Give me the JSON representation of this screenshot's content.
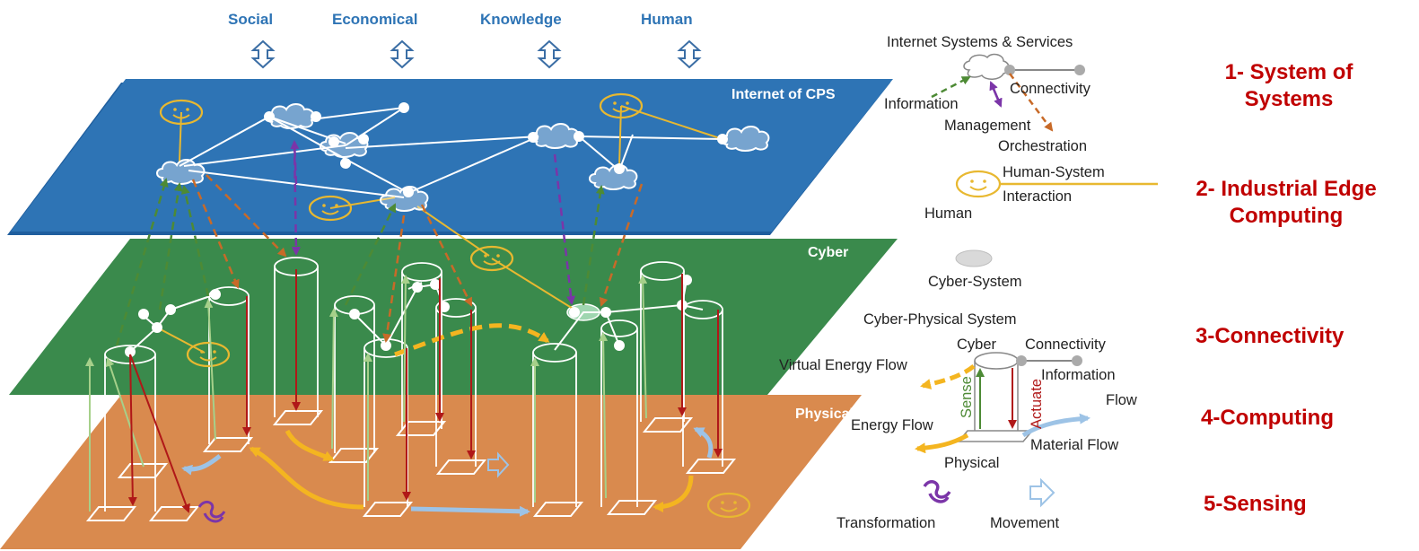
{
  "top_labels": [
    "Social",
    "Economical",
    "Knowledge",
    "Human"
  ],
  "planes": {
    "internet": "Internet of CPS",
    "cyber": "Cyber",
    "physical": "Physical"
  },
  "legend": {
    "iss": "Internet Systems & Services",
    "connectivity": "Connectivity",
    "information": "Information",
    "management": "Management",
    "orchestration": "Orchestration",
    "hsi_1": "Human-System",
    "hsi_2": "Interaction",
    "human": "Human",
    "cyber_system": "Cyber-System",
    "cps": "Cyber-Physical System",
    "cyber": "Cyber",
    "connectivity2": "Connectivity",
    "virtual_energy": "Virtual Energy Flow",
    "sense": "Sense",
    "actuate": "Actuate",
    "information_2": "Information",
    "flow": "Flow",
    "energy_flow": "Energy Flow",
    "material_flow": "Material Flow",
    "physical": "Physical",
    "transformation": "Transformation",
    "movement": "Movement"
  },
  "levels": [
    "1- System of Systems",
    "2- Industrial Edge Computing",
    "3-Connectivity",
    "4-Computing",
    "5-Sensing"
  ],
  "colors": {
    "internet_plane": "#2e74b5",
    "cyber_plane": "#3a8a4c",
    "physical_plane": "#d98a4e",
    "title_blue": "#2e74b5",
    "level_red": "#c00000",
    "human_yellow": "#e8b830",
    "info_green": "#4d8a35",
    "mgmt_purple": "#7b35a8",
    "orch_orange": "#c86a28",
    "actuate_red": "#b01818",
    "sense_green": "#a6d08a",
    "energy_yellow": "#f4b520",
    "material_blue": "#9dc3e6"
  }
}
